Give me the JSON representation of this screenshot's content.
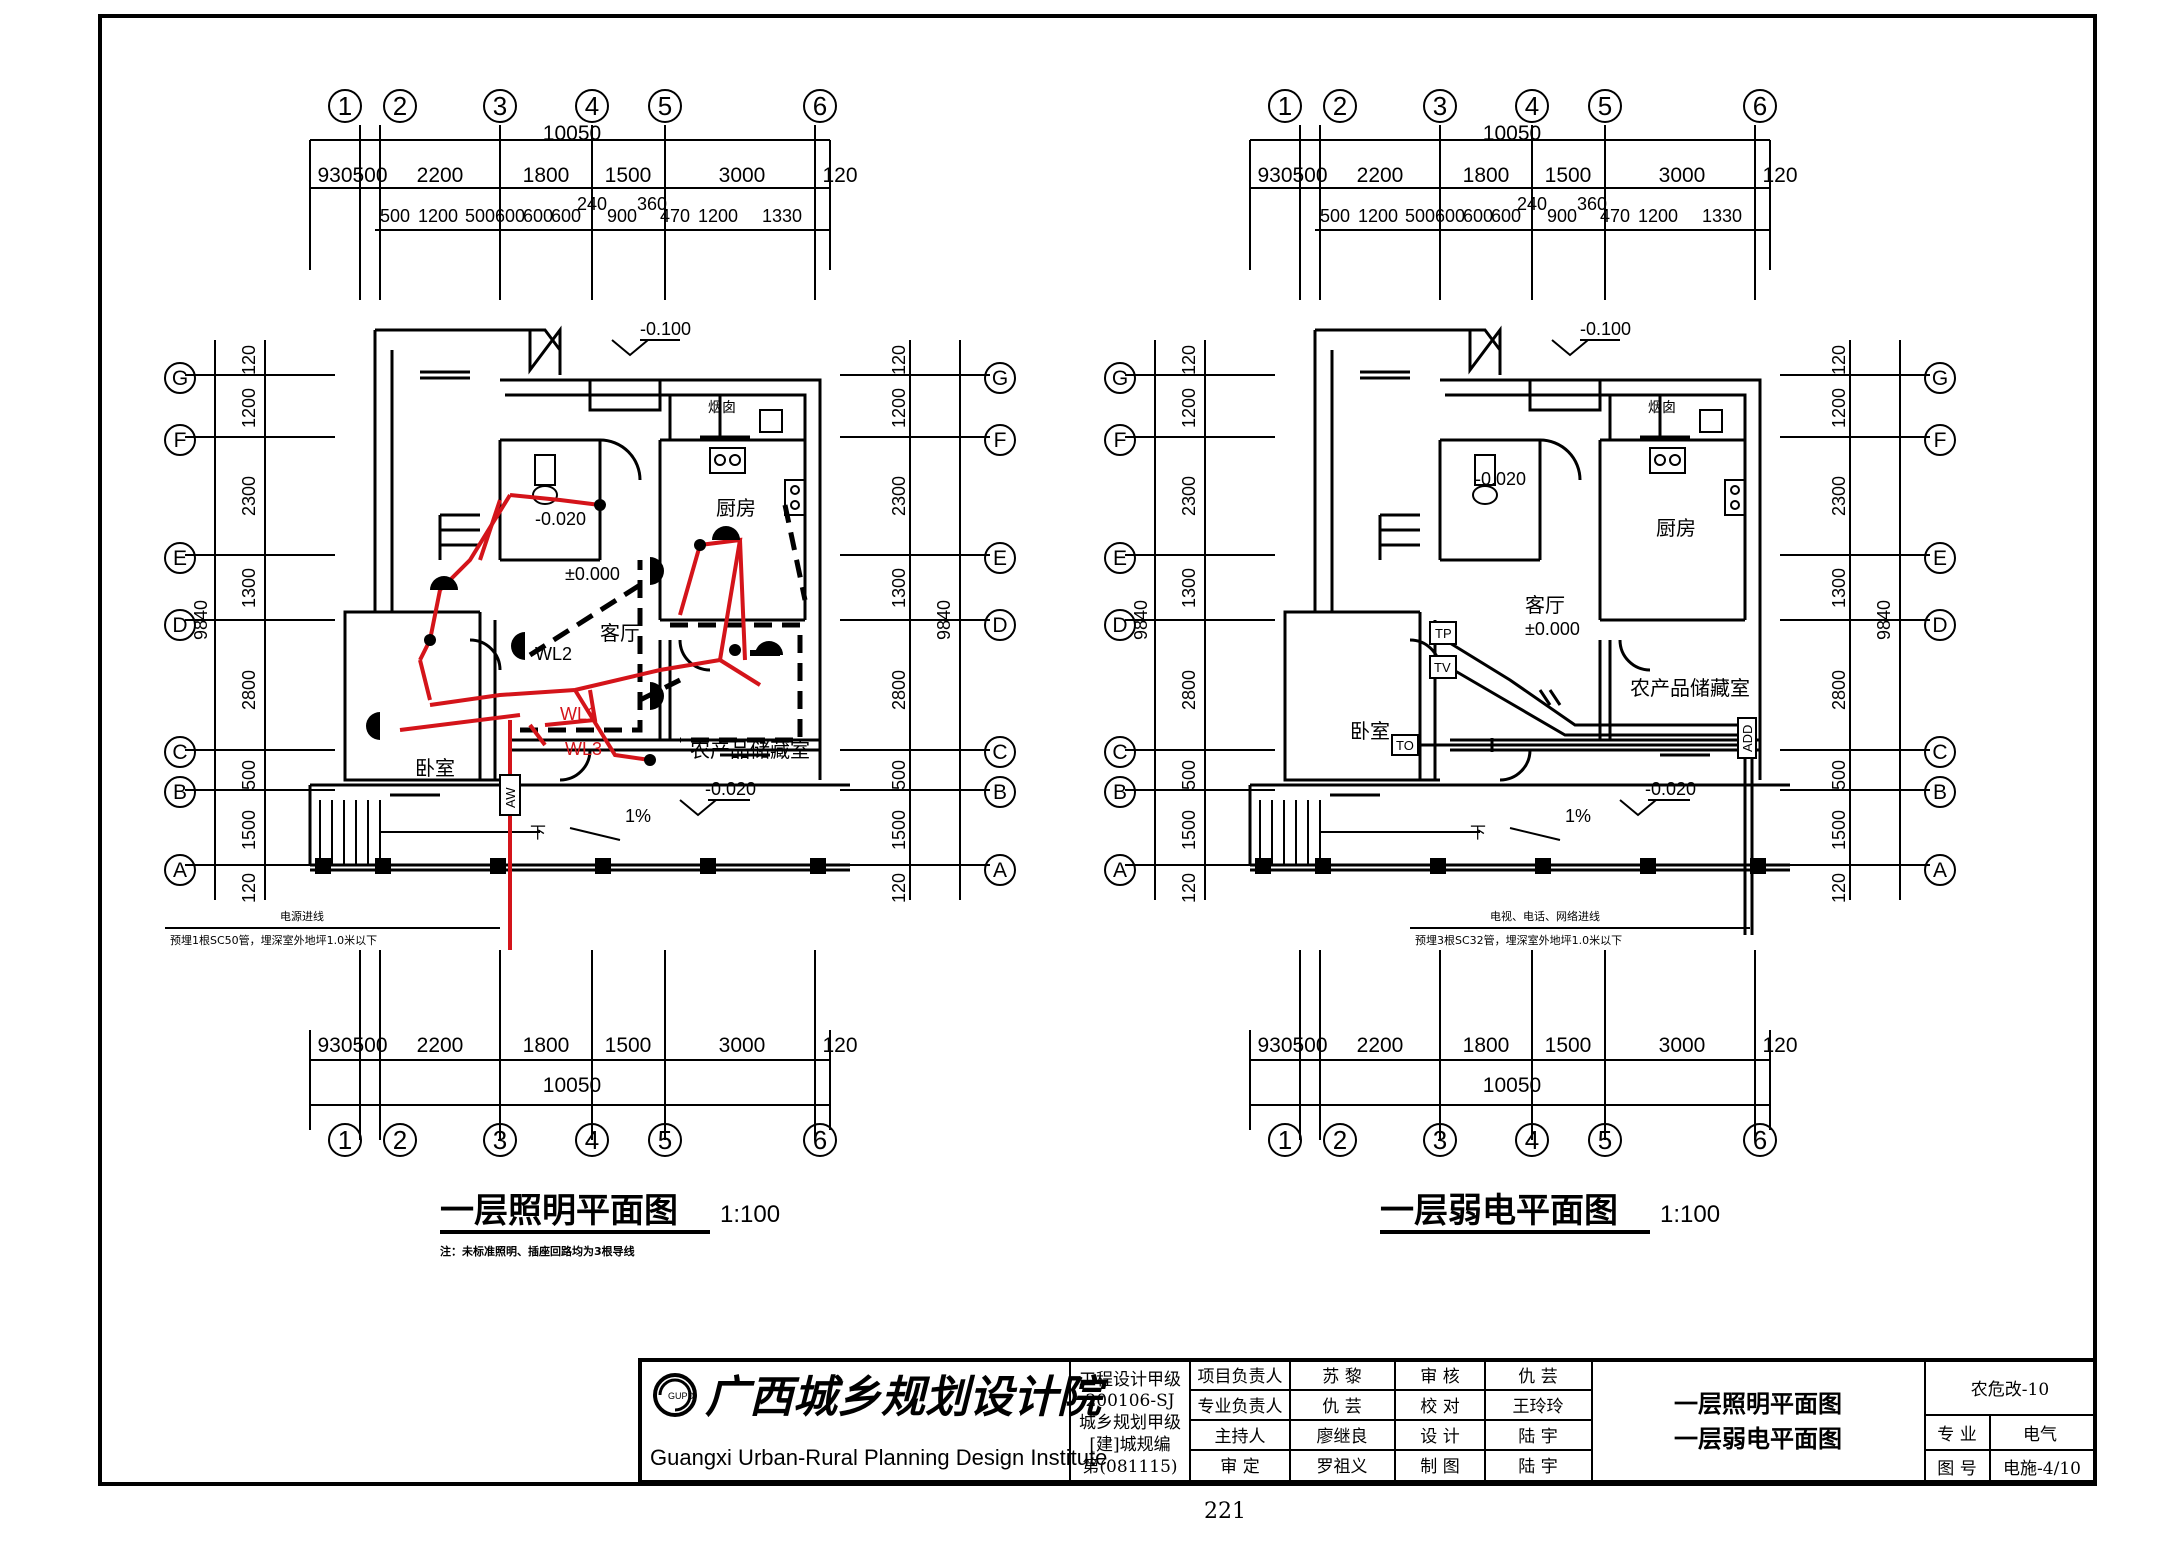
{
  "page_number": "221",
  "axes": {
    "vertical": [
      "1",
      "2",
      "3",
      "4",
      "5",
      "6"
    ],
    "horizontal": [
      "G",
      "F",
      "E",
      "D",
      "C",
      "B",
      "A"
    ]
  },
  "dimensions": {
    "total_width": "10050",
    "total_depth": "9840",
    "top_row1": [
      "930",
      "500",
      "2200",
      "1800",
      "1500",
      "3000",
      "120"
    ],
    "top_row2": [
      "500",
      "1200",
      "500",
      "600",
      "600",
      "600",
      "240",
      "900",
      "360",
      "470",
      "1200",
      "1330"
    ],
    "bottom_row": [
      "930",
      "500",
      "2200",
      "1800",
      "1500",
      "3000",
      "120"
    ],
    "side": [
      "120",
      "1200",
      "2300",
      "1300",
      "2800",
      "500",
      "1500",
      "120"
    ]
  },
  "rooms": {
    "bedroom": "卧室",
    "living": "客厅",
    "kitchen": "厨房",
    "storage": "农产品储藏室",
    "chimney": "烟囱",
    "down": "下"
  },
  "levels": {
    "outside": "-0.100",
    "bath": "-0.020",
    "floor": "±0.000",
    "porch": "-0.020",
    "slope": "1%"
  },
  "lighting_plan": {
    "title": "一层照明平面图",
    "scale": "1:100",
    "note": "注：未标准照明、插座回路均为3根导线",
    "service_line_title": "电源进线",
    "service_line_spec": "预埋1根SC50管，埋深室外地坪1.0米以下",
    "circuits": [
      "WL1",
      "WL2",
      "WL3"
    ],
    "box_label": "AW"
  },
  "weak_plan": {
    "title": "一层弱电平面图",
    "scale": "1:100",
    "service_line_title": "电视、电话、网络进线",
    "service_line_spec": "预埋3根SC32管，埋深室外地坪1.0米以下",
    "outlets": [
      "TP",
      "TV",
      "TO"
    ],
    "box_label": "ADD"
  },
  "title_block": {
    "institute_cn": "广西城乡规划设计院",
    "institute_en": "Guangxi Urban-Rural Planning Design Institute",
    "logo_text": "GUPD",
    "qualification": [
      "工程设计甲级",
      "200106-SJ",
      "城乡规划甲级",
      "[建]城规编",
      "第(081115)"
    ],
    "roles": [
      {
        "role": "项目负责人",
        "name": "苏 黎",
        "role2": "审 核",
        "name2": "仇 芸"
      },
      {
        "role": "专业负责人",
        "name": "仇 芸",
        "role2": "校 对",
        "name2": "王玲玲"
      },
      {
        "role": "主持人",
        "name": "廖继良",
        "role2": "设 计",
        "name2": "陆 宇"
      },
      {
        "role": "审 定",
        "name": "罗祖义",
        "role2": "制 图",
        "name2": "陆 宇"
      }
    ],
    "drawing_titles": [
      "一层照明平面图",
      "一层弱电平面图"
    ],
    "project": "农危改-10",
    "discipline_label": "专 业",
    "discipline": "电气",
    "drawing_no_label": "图 号",
    "drawing_no": "电施-4/10"
  },
  "colors": {
    "circuit": "#d4141a",
    "line": "#000000"
  }
}
